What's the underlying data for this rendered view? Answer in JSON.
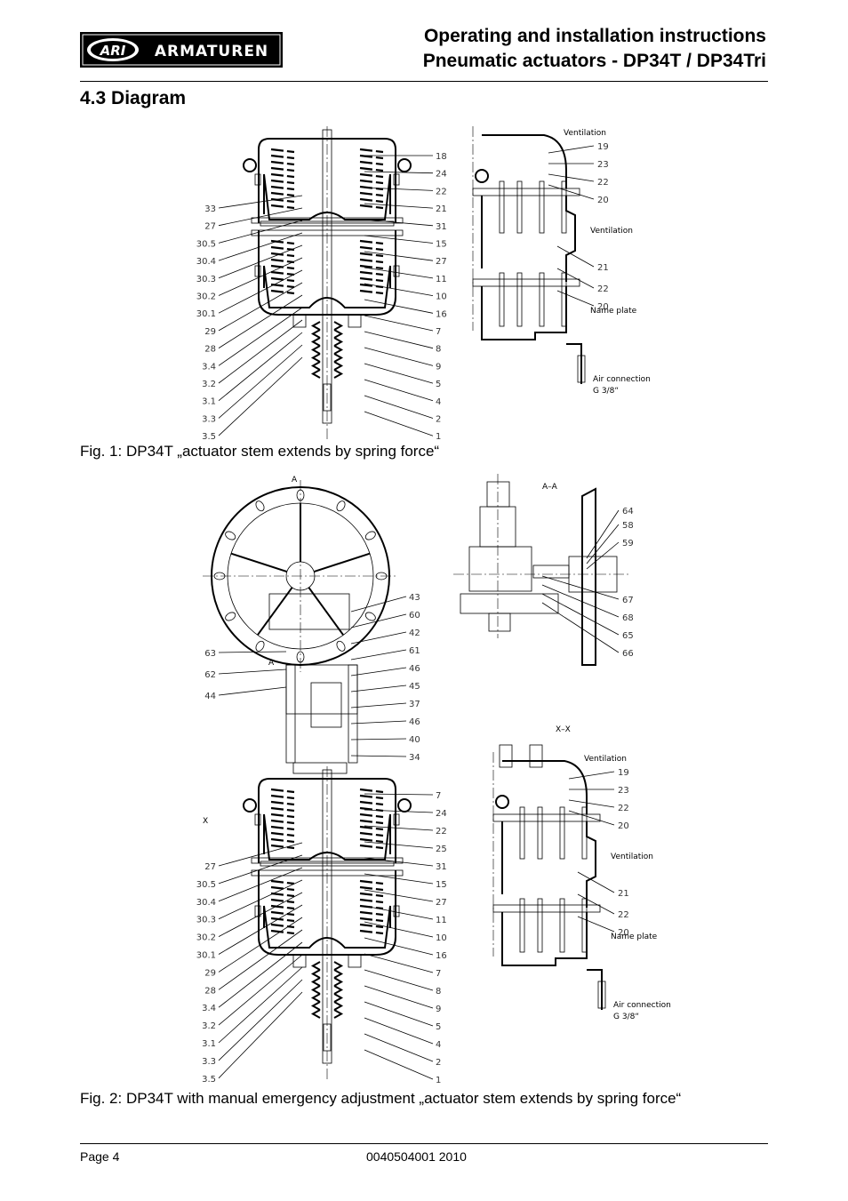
{
  "header": {
    "logo_letters": "ARI",
    "logo_text": "ARMATUREN",
    "title_line1": "Operating and installation instructions",
    "title_line2": "Pneumatic actuators - DP34T / DP34Tri"
  },
  "section_title": "4.3  Diagram",
  "fig1": {
    "caption": "Fig. 1: DP34T „actuator stem extends by spring force“",
    "left_callouts": [
      "33",
      "27",
      "30.5",
      "30.4",
      "30.3",
      "30.2",
      "30.1",
      "29",
      "28",
      "3.4",
      "3.2",
      "3.1",
      "3.3",
      "3.5"
    ],
    "right_callouts": [
      "18",
      "24",
      "22",
      "21",
      "31",
      "15",
      "27",
      "11",
      "10",
      "16",
      "7",
      "8",
      "9",
      "5",
      "4",
      "2",
      "1"
    ],
    "side_callouts": [
      "19",
      "23",
      "22",
      "20",
      "21",
      "22",
      "20"
    ],
    "labels": {
      "ventilation_top": "Ventilation",
      "ventilation_mid": "Ventilation",
      "name_plate": "Name plate",
      "air_connection": "Air connection",
      "air_size": "G 3/8“"
    }
  },
  "fig2": {
    "caption": "Fig. 2: DP34T with manual emergency adjustment „actuator stem extends by spring force“",
    "section_marks": {
      "a_top": "A",
      "a_bottom": "A",
      "a_a": "A–A",
      "x_mark": "X",
      "x_x": "X–X"
    },
    "left_callouts": [
      "63",
      "62",
      "44",
      "27",
      "30.5",
      "30.4",
      "30.3",
      "30.2",
      "30.1",
      "29",
      "28",
      "3.4",
      "3.2",
      "3.1",
      "3.3",
      "3.5"
    ],
    "right_callouts_upper": [
      "43",
      "60",
      "42",
      "61",
      "46",
      "45",
      "37",
      "46",
      "40",
      "34"
    ],
    "right_callouts_lower": [
      "7",
      "24",
      "22",
      "25",
      "31",
      "15",
      "27",
      "11",
      "10",
      "16",
      "7",
      "8",
      "9",
      "5",
      "4",
      "2",
      "1"
    ],
    "aa_callouts": [
      "64",
      "58",
      "59",
      "67",
      "68",
      "65",
      "66"
    ],
    "xx_callouts": [
      "19",
      "23",
      "22",
      "20",
      "21",
      "22",
      "20"
    ],
    "labels": {
      "ventilation_top": "Ventilation",
      "ventilation_mid": "Ventilation",
      "name_plate": "Name plate",
      "air_connection": "Air connection",
      "air_size": "G 3/8“"
    }
  },
  "footer": {
    "page": "Page 4",
    "doc_number": "0040504001 2010"
  }
}
